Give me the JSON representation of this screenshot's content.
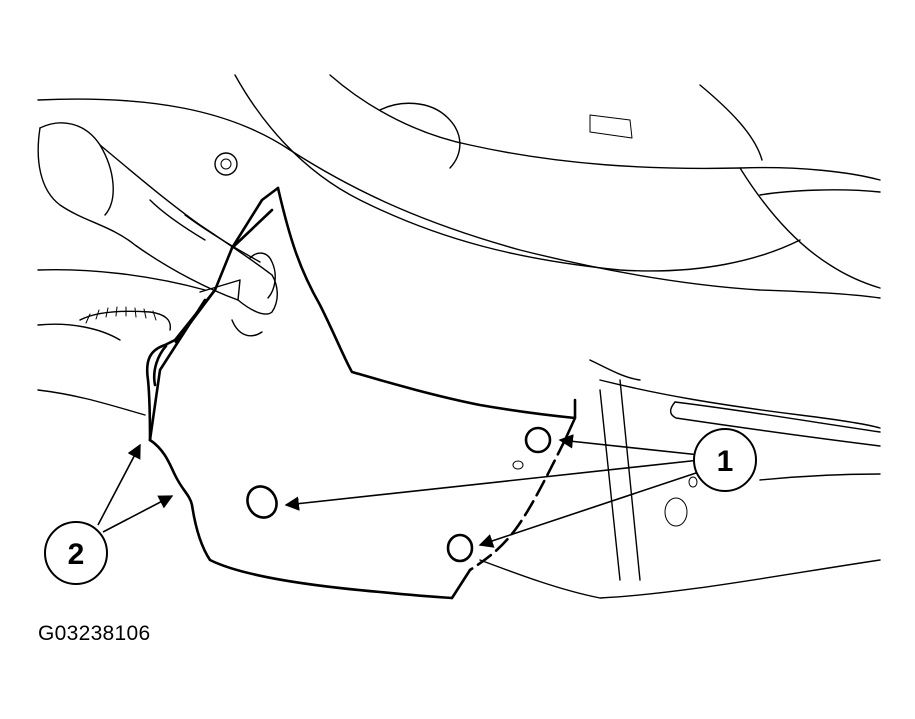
{
  "figure_id": "G03238106",
  "callouts": [
    {
      "label": "1"
    },
    {
      "label": "2"
    }
  ]
}
